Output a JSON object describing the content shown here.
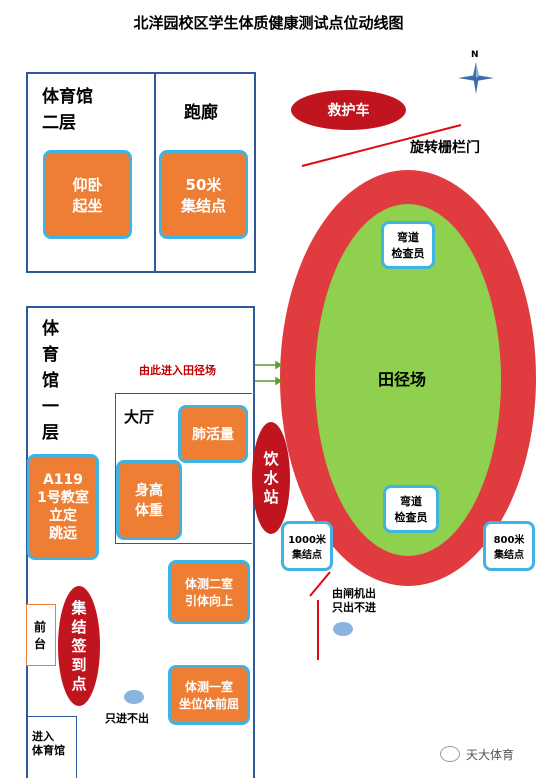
{
  "title": "北洋园校区学生体质健康测试点位动线图",
  "compass": {
    "label": "N"
  },
  "gym2": {
    "label": "体育馆\n二层",
    "room": "仰卧\n起坐"
  },
  "corridor": {
    "label": "跑廊",
    "room": "50米\n集结点"
  },
  "ambulance": {
    "label": "救护车"
  },
  "gate": {
    "label": "旋转栅栏门"
  },
  "field": {
    "label": "田径场",
    "checker_top": "弯道\n检查员",
    "checker_bottom": "弯道\n检查员"
  },
  "gym1": {
    "label": "体\n育\n馆\n一\n层",
    "hall": "大厅",
    "lung": "肺活量",
    "height": "身高\n体重",
    "a119": "A119\n1号教室\n立定\n跳远",
    "room2": "体测二室\n引体向上",
    "room1": "体测一室\n坐位体前屈",
    "front_desk": "前\n台",
    "checkin": "集\n结\n签\n到\n点",
    "enter_only": "只进不出",
    "enter_gym": "进入\n体育馆"
  },
  "enter_field": "由此进入田径场",
  "water": "饮\n水\n站",
  "assembly_1000": "1000米\n集结点",
  "assembly_800": "800米\n集结点",
  "gate_exit": "由闸机出\n只出不进",
  "watermark": "天大体育",
  "colors": {
    "building": "#2e5a9a",
    "room": "#ee7e33",
    "room_border": "#3fb3e2",
    "track": "#e63946",
    "field": "#8fd14f",
    "red_oval": "#c0141f",
    "arrow": "#5aa02c"
  }
}
